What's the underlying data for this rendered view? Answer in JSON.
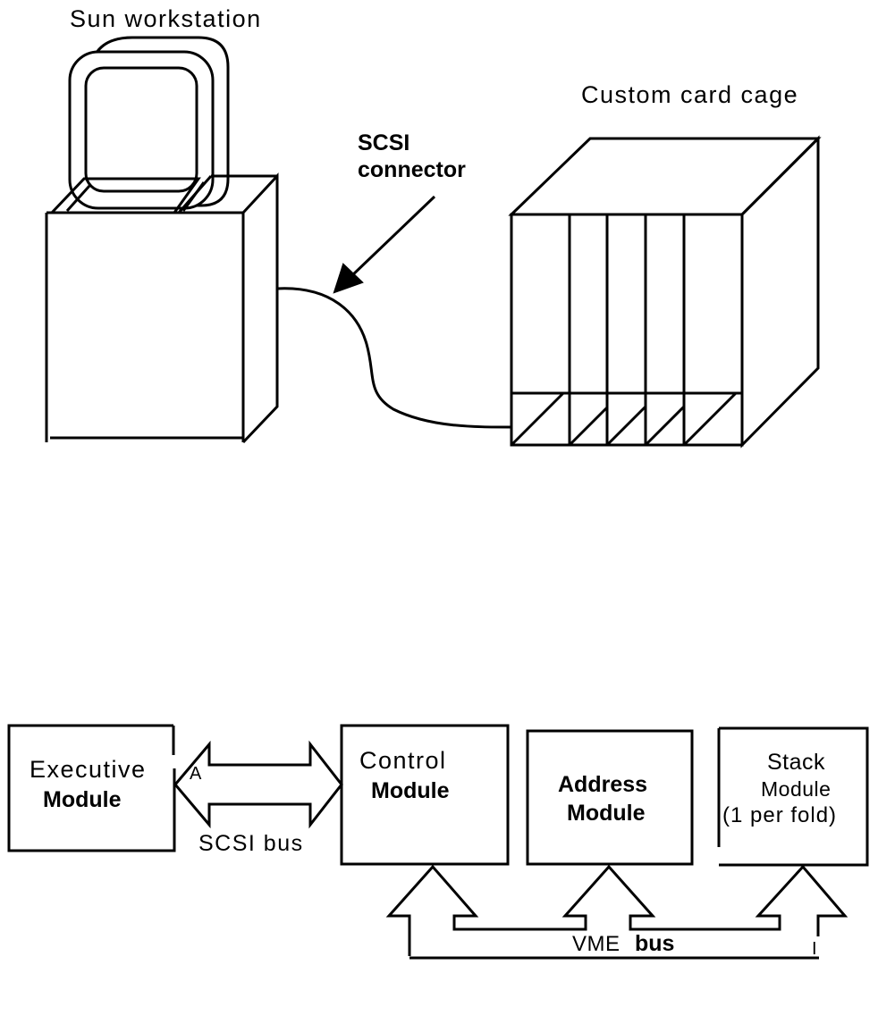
{
  "top_figure": {
    "workstation_label": "Sun workstation",
    "card_cage_label": "Custom card cage",
    "connector_label_line1": "SCSI",
    "connector_label_line2": "connector"
  },
  "bottom_figure": {
    "executive": {
      "line1": "Executive",
      "line2": "Module",
      "marker": "A"
    },
    "control": {
      "line1": "Control",
      "line2": "Module"
    },
    "address": {
      "line1": "Address",
      "line2": "Module"
    },
    "stack": {
      "line1": "Stack",
      "line2": "Module",
      "line3": "(1 per fold)"
    },
    "scsi_bus_label": "SCSI bus",
    "vme_bus_label_part1": "VME",
    "vme_bus_label_part2": "bus",
    "vme_end_marker": "I"
  }
}
